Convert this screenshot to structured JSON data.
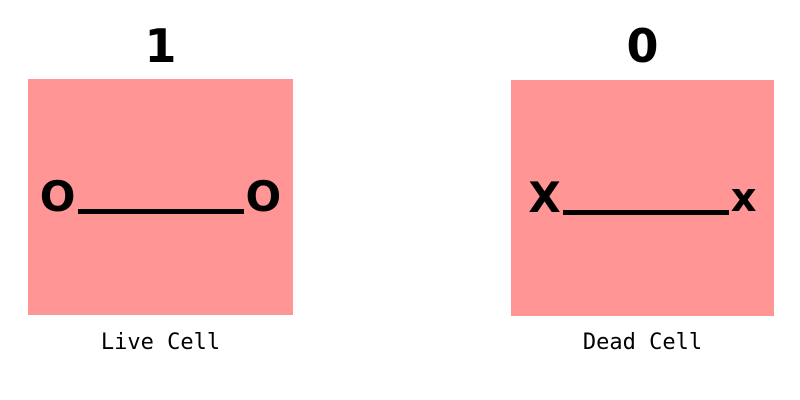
{
  "colors": {
    "cell_fill": "#ff9595",
    "text": "#000000",
    "background": "#ffffff"
  },
  "live_cell": {
    "state": "1",
    "left_glyph": "O",
    "right_glyph": "O",
    "label": "Live Cell"
  },
  "dead_cell": {
    "state": "0",
    "left_glyph": "X",
    "right_glyph": "x",
    "label": "Dead Cell"
  }
}
